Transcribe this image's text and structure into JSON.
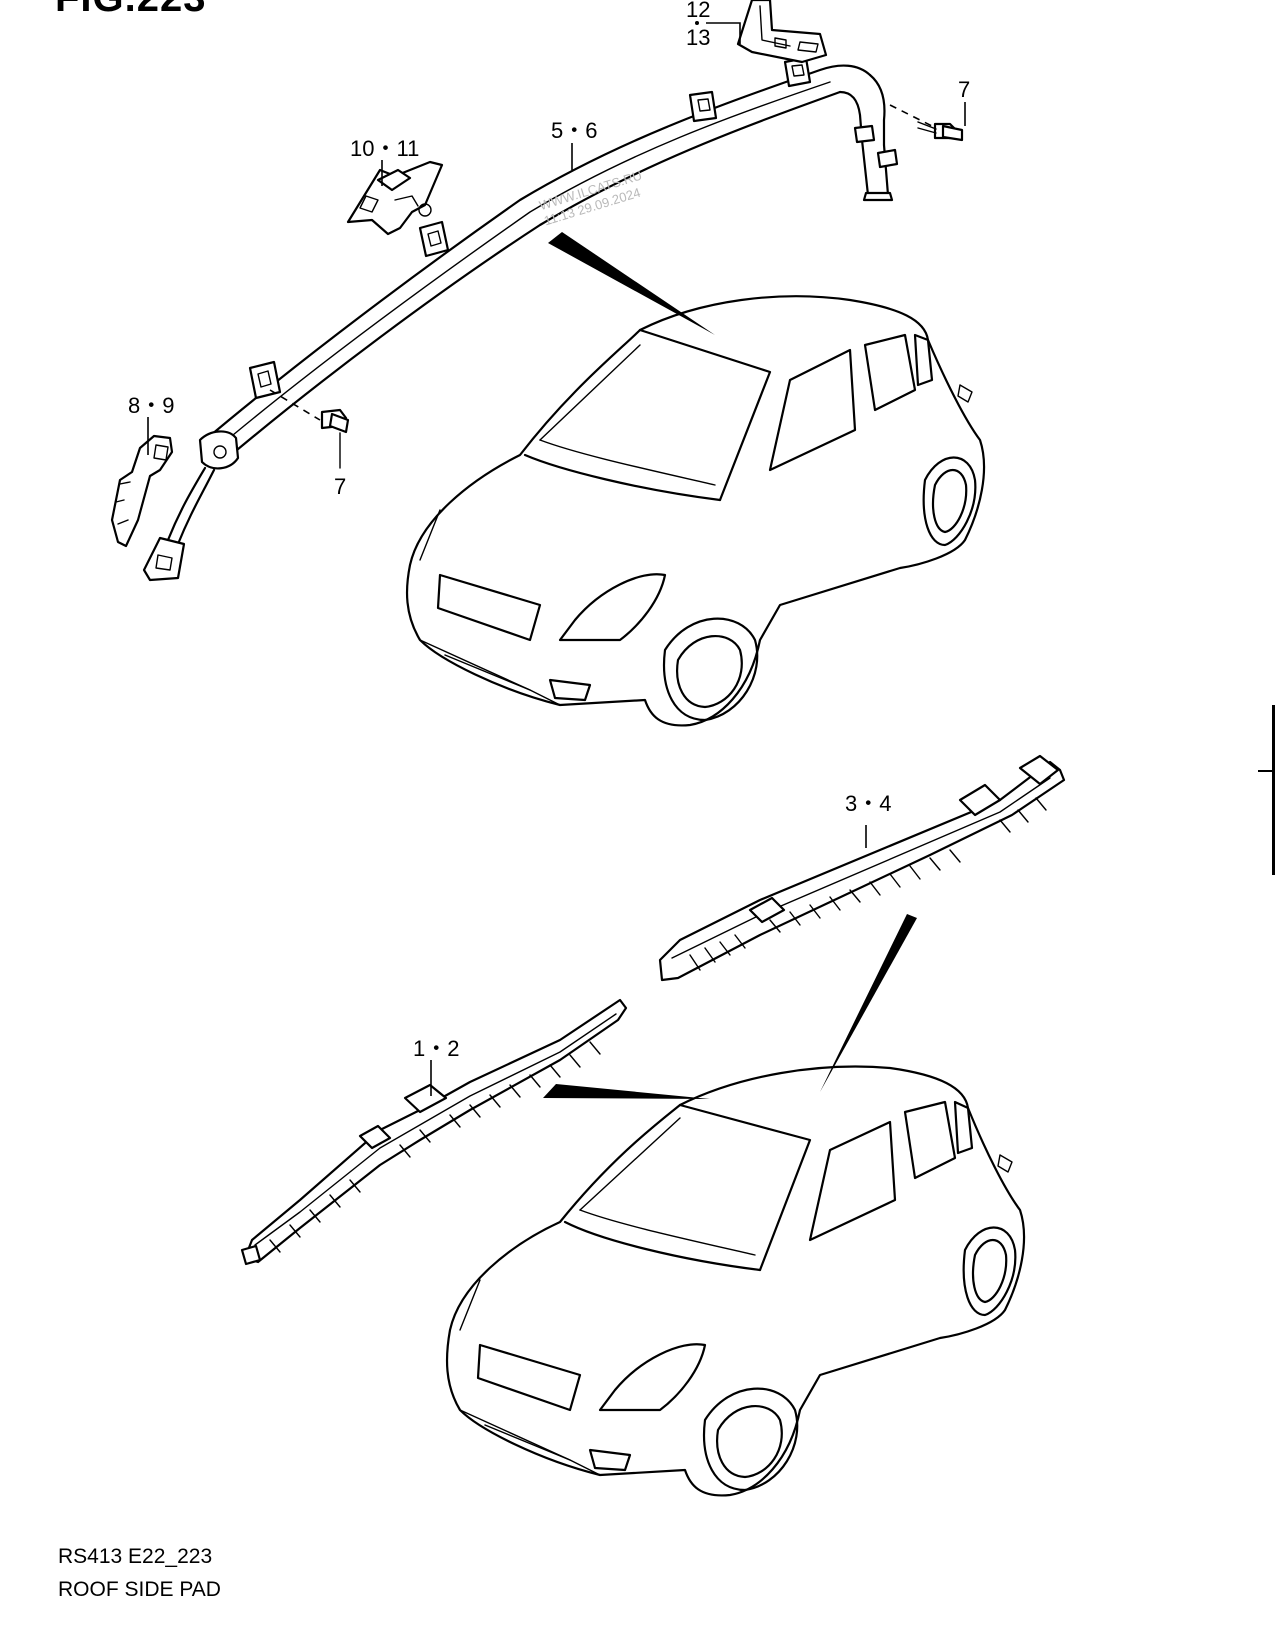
{
  "figure": {
    "title": "FIG.223",
    "code": "RS413 E22_223",
    "name": "ROOF SIDE PAD"
  },
  "callouts": {
    "c12": "12",
    "c13": "13",
    "c7_top": "7",
    "c5_6": "5・6",
    "c10_11": "10・11",
    "c8_9": "8・9",
    "c7_bottom": "7",
    "c3_4": "3・4",
    "c1_2": "1・2"
  },
  "watermark": {
    "line1": "WWW.ILCATS.RU",
    "line2": "11:13 29.09.2024"
  }
}
